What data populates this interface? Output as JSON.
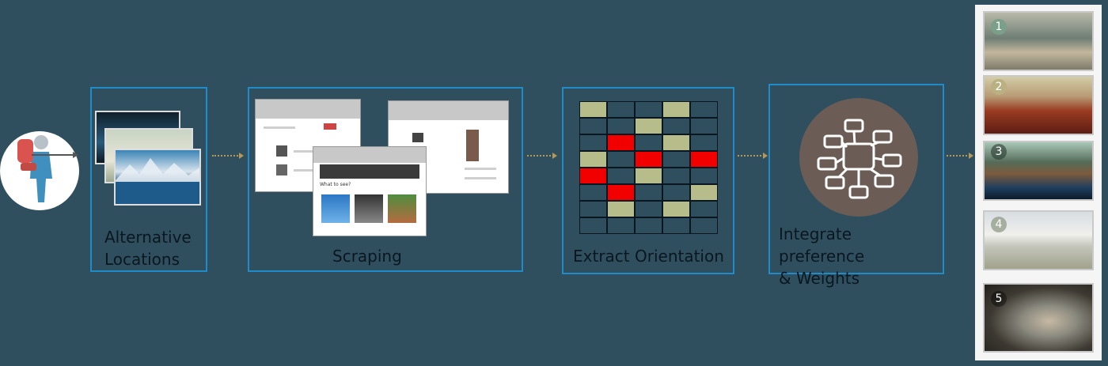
{
  "stages": {
    "alternative_locations": "Alternative\nLocations",
    "scraping": "Scraping",
    "extract_orientation": "Extract Orientation",
    "integrate": "Integrate preference\n& Weights"
  },
  "screenshot": {
    "heading": "What to see?"
  },
  "output": {
    "ranks": [
      "1",
      "2",
      "3",
      "4",
      "5"
    ]
  },
  "grid": {
    "rows": 8,
    "cols": 5,
    "colors": {
      "olive": "#b6bd8a",
      "red": "#f20000",
      "empty": "#2f4f5f"
    },
    "cells": [
      [
        "olive",
        "empty",
        "empty",
        "olive",
        "empty"
      ],
      [
        "empty",
        "empty",
        "olive",
        "empty",
        "empty"
      ],
      [
        "empty",
        "red",
        "empty",
        "olive",
        "empty"
      ],
      [
        "olive",
        "empty",
        "red",
        "empty",
        "red"
      ],
      [
        "red",
        "empty",
        "olive",
        "empty",
        "empty"
      ],
      [
        "empty",
        "red",
        "empty",
        "empty",
        "olive"
      ],
      [
        "empty",
        "olive",
        "empty",
        "olive",
        "empty"
      ],
      [
        "empty",
        "empty",
        "empty",
        "empty",
        "empty"
      ]
    ]
  },
  "icons": {
    "traveller": "traveller-icon",
    "network": "network-icon"
  },
  "colors": {
    "background": "#2f4f5f",
    "box_border": "#1f8bc9",
    "arrow": "#b39a5a",
    "hub_circle": "#6b5d55"
  }
}
